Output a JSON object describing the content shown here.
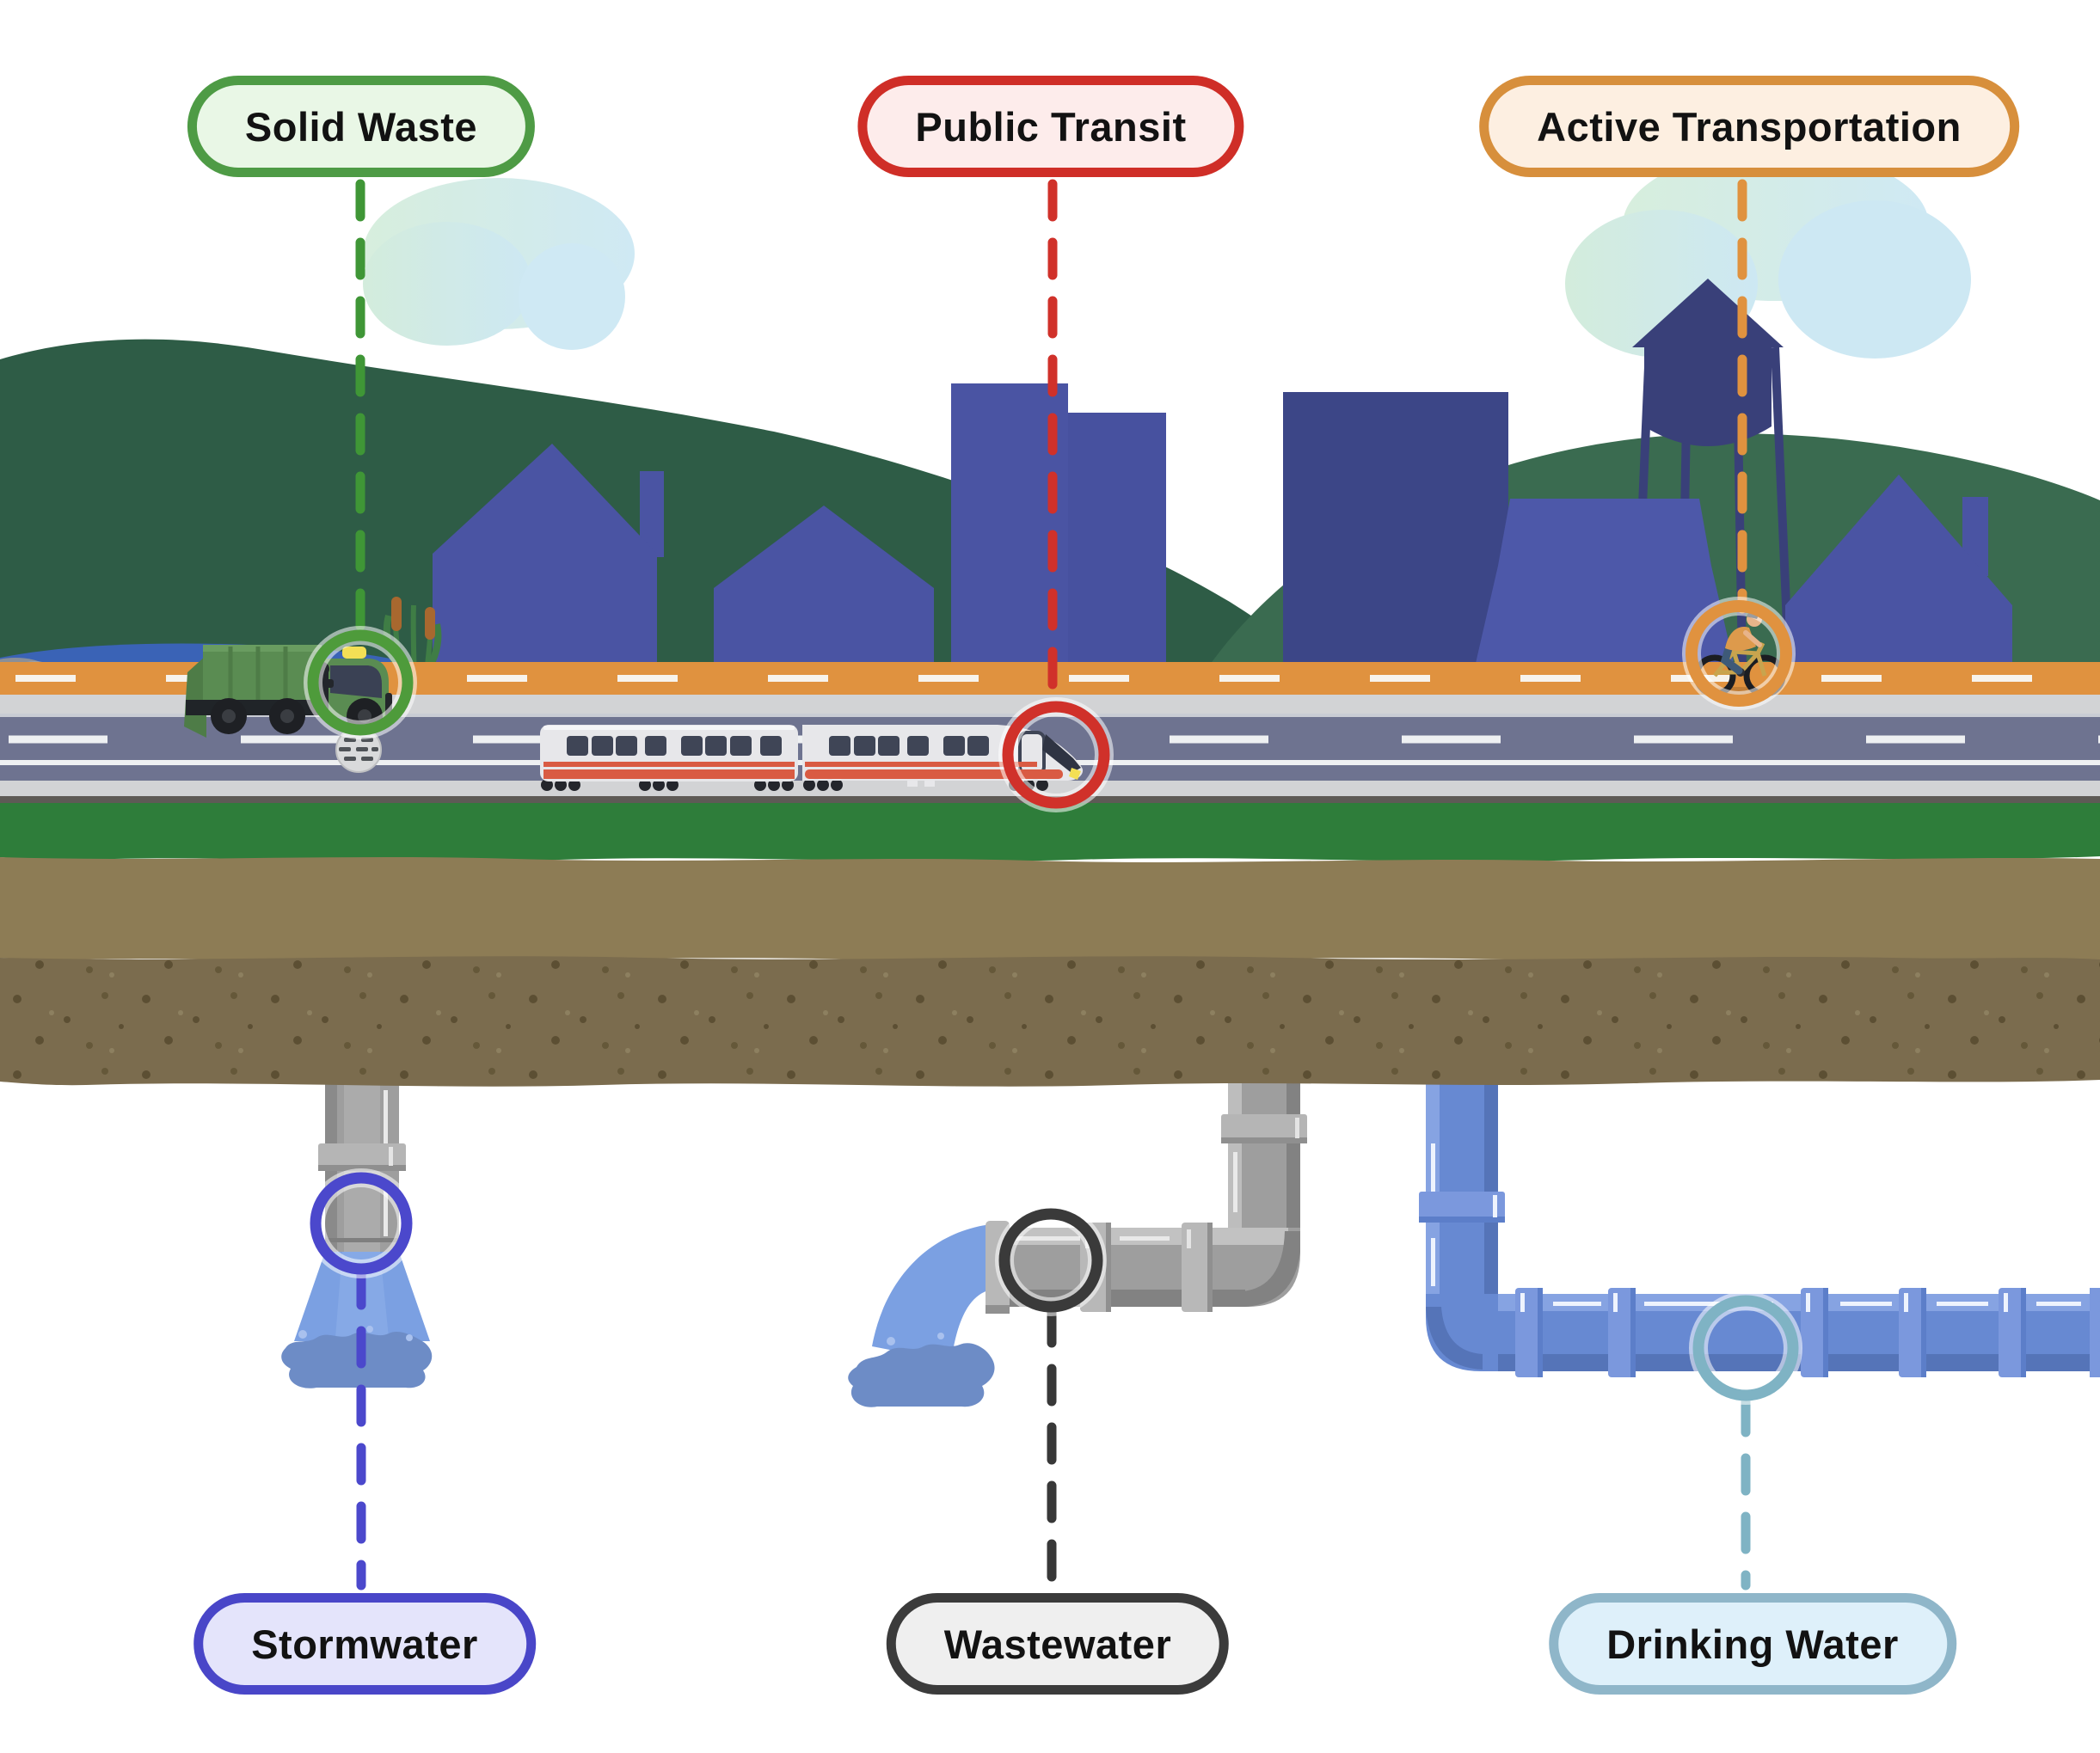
{
  "callouts": {
    "top": [
      {
        "id": "solid-waste",
        "label": "Solid Waste",
        "accent": "#3f9636",
        "border": "#4e9b45",
        "background": "#e9f7e6",
        "marker": "garbage-truck"
      },
      {
        "id": "public-transit",
        "label": "Public Transit",
        "accent": "#d0312a",
        "border": "#cf2e27",
        "background": "#fdeceb",
        "marker": "train"
      },
      {
        "id": "active-transportation",
        "label": "Active Transportation",
        "accent": "#e0923f",
        "border": "#d78f3c",
        "background": "#fdefe1",
        "marker": "cyclist"
      }
    ],
    "bottom": [
      {
        "id": "stormwater",
        "label": "Stormwater",
        "accent": "#4b48cc",
        "border": "#4946c8",
        "background": "#e4e4fb",
        "marker": "stormwater-outfall-pipe"
      },
      {
        "id": "wastewater",
        "label": "Wastewater",
        "accent": "#383838",
        "border": "#3b3b3b",
        "background": "#efefef",
        "marker": "wastewater-pipe"
      },
      {
        "id": "drinking-water",
        "label": "Drinking Water",
        "accent": "#7fb3c4",
        "border": "#8fb6c9",
        "background": "#def0fa",
        "marker": "drinking-water-main"
      }
    ]
  },
  "scene": {
    "icons": [
      {
        "name": "garbage-truck-icon"
      },
      {
        "name": "train-icon"
      },
      {
        "name": "cyclist-icon"
      },
      {
        "name": "stormwater-pipe-icon"
      },
      {
        "name": "wastewater-pipe-icon"
      },
      {
        "name": "drinking-water-pipe-icon"
      },
      {
        "name": "water-tower-icon"
      },
      {
        "name": "manhole-icon"
      },
      {
        "name": "cattails-icon"
      },
      {
        "name": "city-buildings"
      },
      {
        "name": "hills"
      },
      {
        "name": "pond"
      },
      {
        "name": "clouds"
      },
      {
        "name": "bike-path"
      },
      {
        "name": "road"
      }
    ],
    "palette": {
      "sky": "#ffffff",
      "hill_dark": "#2e5c46",
      "hill_light": "#3a6b50",
      "building": "#4a54a3",
      "building_dark": "#3c4687",
      "pond": "#3a63b6",
      "bike_path": "#e0923f",
      "sidewalk": "#d2d3d5",
      "road": "#6e7390",
      "road_marking": "#eef0f2",
      "grass": "#2e7d3a",
      "soil_light": "#8d7c55",
      "soil_dark": "#7b6c4e",
      "pipe_gray": "#9e9e9e",
      "pipe_blue": "#6789d2",
      "water": "#7ba0e2",
      "water_dark": "#6d8cc6",
      "train_body": "#e7e7ea",
      "train_stripe": "#d95b43",
      "truck_green": "#5a8c52"
    }
  }
}
